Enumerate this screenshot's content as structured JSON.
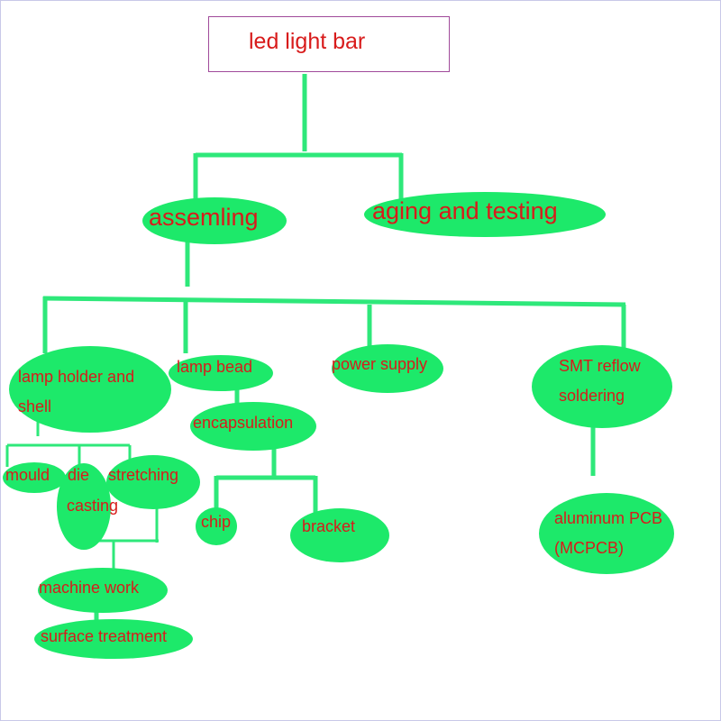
{
  "title": "led light bar",
  "nodes": {
    "assemling": "assemling",
    "aging_testing": "aging and testing",
    "lamp_holder_1": "lamp holder and",
    "lamp_holder_2": "shell",
    "lamp_bead": "lamp bead",
    "power_supply": "power supply",
    "smt_1": "SMT reflow",
    "smt_2": "soldering",
    "encapsulation": "encapsulation",
    "mould": "mould",
    "die": "die",
    "stretching": "stretching",
    "casting": "casting",
    "chip": "chip",
    "bracket": "bracket",
    "aluminum_1": "aluminum PCB",
    "aluminum_2": "(MCPCB)",
    "machine_work": "machine work",
    "surface_treatment": "surface treatment"
  },
  "colors": {
    "node_fill": "#1de96a",
    "connector": "#2ee87a",
    "label_text": "#d81b1b",
    "title_border": "#a04a9a"
  }
}
